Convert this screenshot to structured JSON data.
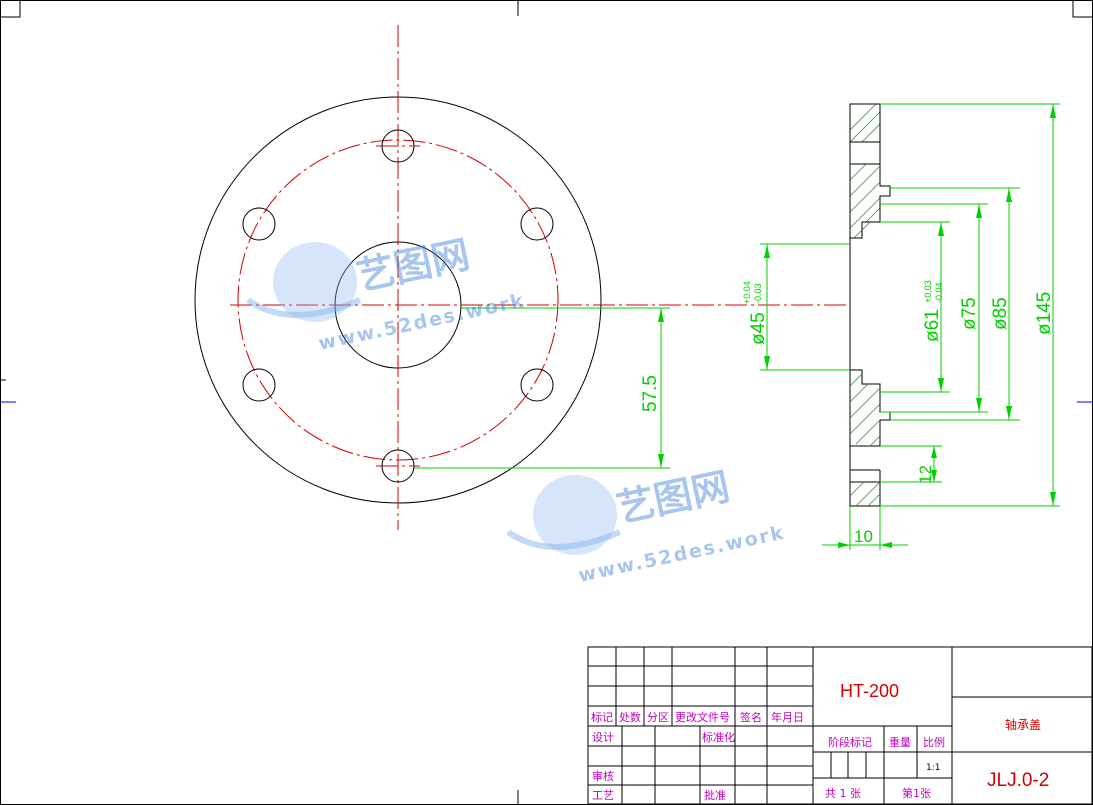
{
  "drawing": {
    "dimensions": {
      "d45": "ø45",
      "d45_tol_upper": "+0.04",
      "d45_tol_lower": "-0.03",
      "d61": "ø61",
      "d61_tol_upper": "+0.03",
      "d61_tol_lower": "-0.04",
      "d75": "ø75",
      "d85": "ø85",
      "d145": "ø145",
      "r57_5": "57.5",
      "d12": "12",
      "d10": "10"
    },
    "watermark": {
      "brand": "艺图网",
      "url": "www.52des.work"
    }
  },
  "title_block": {
    "material": "HT-200",
    "part_name": "轴承盖",
    "drawing_number": "JLJ.0-2",
    "scale_value": "1:1",
    "headers": {
      "mark": "标记",
      "count": "处数",
      "zone": "分区",
      "change_doc": "更改文件号",
      "signature": "签名",
      "date": "年月日",
      "design": "设计",
      "standardize": "标准化",
      "stage_mark": "阶段标记",
      "weight": "重量",
      "scale": "比例",
      "review": "审核",
      "process": "工艺",
      "approve": "批准",
      "total_sheets": "共 1 张",
      "sheet_no": "第1张"
    }
  }
}
